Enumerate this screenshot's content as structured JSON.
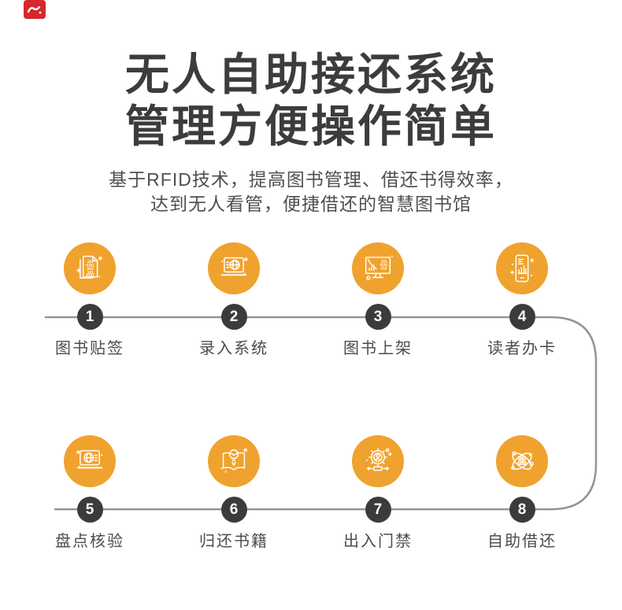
{
  "brand": {
    "logo_color": "#d7272e"
  },
  "header": {
    "title_line1": "无人自助接还系统",
    "title_line2": "管理方便操作简单",
    "subtitle_line1": "基于RFID技术，提高图书管理、借还书得效率，",
    "subtitle_line2": "达到无人看管，便捷借还的智慧图书馆"
  },
  "colors": {
    "accent_orange": "#f0a22e",
    "badge_dark": "#3b3b3b",
    "connector_gray": "#949494",
    "title_color": "#3c3c3c"
  },
  "steps": [
    {
      "num": "1",
      "label": "图书贴签",
      "icon": "documents-binary-icon"
    },
    {
      "num": "2",
      "label": "录入系统",
      "icon": "laptop-globe-icon"
    },
    {
      "num": "3",
      "label": "图书上架",
      "icon": "monitor-chart-icon"
    },
    {
      "num": "4",
      "label": "读者办卡",
      "icon": "smartphone-chart-icon"
    },
    {
      "num": "5",
      "label": "盘点核验",
      "icon": "laptop-globe2-icon"
    },
    {
      "num": "6",
      "label": "归还书籍",
      "icon": "book-bulb-icon"
    },
    {
      "num": "7",
      "label": "出入门禁",
      "icon": "gear-person-icon"
    },
    {
      "num": "8",
      "label": "自助借还",
      "icon": "atom-document-icon"
    }
  ]
}
